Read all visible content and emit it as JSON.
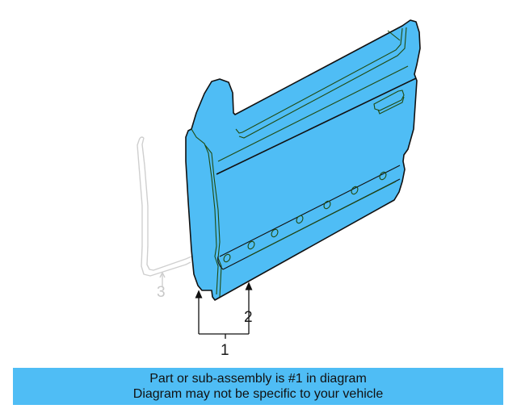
{
  "diagram": {
    "subject": "door-shell",
    "colors": {
      "highlight_fill": "#4FBDF5",
      "outline": "#111111",
      "inner_line": "#1f4a10",
      "faded_part": "#cfcfcf",
      "banner_bg": "#4FBDF5"
    },
    "callouts": [
      {
        "number": "1",
        "state": "highlighted"
      },
      {
        "number": "2",
        "state": "highlighted"
      },
      {
        "number": "3",
        "state": "faded"
      }
    ]
  },
  "banner": {
    "line1": "Part or sub-assembly is #1 in diagram",
    "line2": "Diagram may not be specific to your vehicle"
  }
}
